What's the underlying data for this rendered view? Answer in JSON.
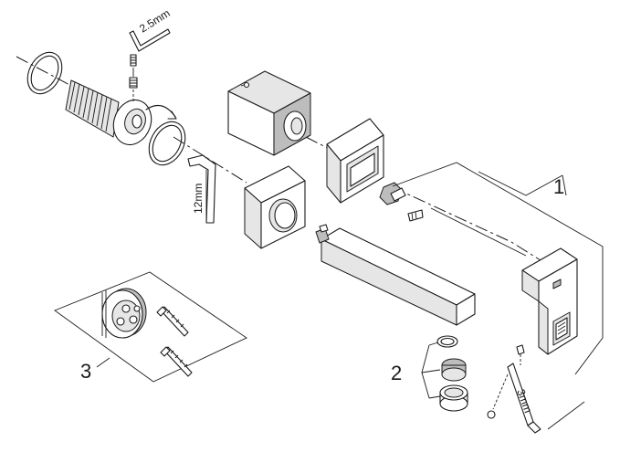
{
  "diagram": {
    "callouts": [
      {
        "id": "1",
        "text": "1"
      },
      {
        "id": "2",
        "text": "2"
      },
      {
        "id": "3",
        "text": "3"
      }
    ],
    "tool_labels": {
      "hex_key_small": "2.5mm",
      "hex_key_large": "12mm",
      "hex_key_spout": "3mm"
    }
  }
}
